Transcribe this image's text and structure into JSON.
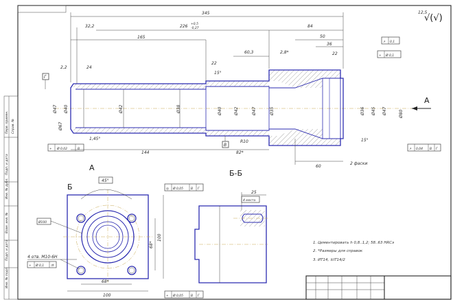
{
  "roughness": {
    "value": "12,5",
    "symbol": "√(√)"
  },
  "views": {
    "view_a_label": "А",
    "section_label": "Б-Б",
    "section_marker": "Б",
    "arrow_a": "А"
  },
  "main_view": {
    "dims_top": [
      "345",
      "226",
      "84",
      "32,2",
      "165",
      "50",
      "36",
      "60,3",
      "2,8*",
      "22",
      "2,2",
      "24",
      "22",
      "15°"
    ],
    "tol_226": [
      "+0,5",
      "-0,27"
    ],
    "dims_left": [
      "Ø47",
      "Ø67",
      "Ø40",
      "Ø42",
      "Ø38"
    ],
    "dims_mid": [
      "Ø40",
      "Ø42",
      "Ø47",
      "Ø35",
      "Ø36",
      "Ø45",
      "Ø47",
      "Ø80"
    ],
    "dims_bottom": [
      "144",
      "82*",
      "60",
      "1,45°",
      "R10",
      "2 фаски",
      "15°"
    ],
    "datum_g": "Г",
    "datum_v": "В",
    "tol_frame_left": [
      "⌖",
      "Ø 0,02",
      "В"
    ],
    "tol_frame_right": [
      "↗",
      "0,04",
      "В",
      "Г"
    ],
    "tol_top_a": [
      "↗",
      "0,1"
    ],
    "tol_top_b": [
      "⌖",
      "Ø 0,1"
    ]
  },
  "view_a": {
    "dims": [
      "100",
      "68*",
      "100",
      "68*",
      "45°"
    ],
    "tol": [
      "◎",
      "Ø 0,05",
      "В",
      "Г"
    ],
    "tol_bottom": [
      "⌖",
      "Ø 0,05",
      "В",
      "Г"
    ],
    "holes_note": "4 отв. М10-6Н",
    "holes_tol": [
      "⌖",
      "Ø 0,1",
      "Ⓜ"
    ],
    "center_tag": "Ø100"
  },
  "section": {
    "dims": [
      "25",
      "4 места"
    ]
  },
  "notes": [
    "1. Цементировать h 0,8..1,2; 58..63 HRCэ",
    "2. *Размеры для справок",
    "3. ИТ14, ±IT14/2"
  ],
  "side_labels": [
    "Инв. № подл.",
    "Подп. и дата",
    "Взам. инв. №",
    "Инв. № дубл.",
    "Подп. и дата",
    "Перв. примен.",
    "Справ. №"
  ]
}
